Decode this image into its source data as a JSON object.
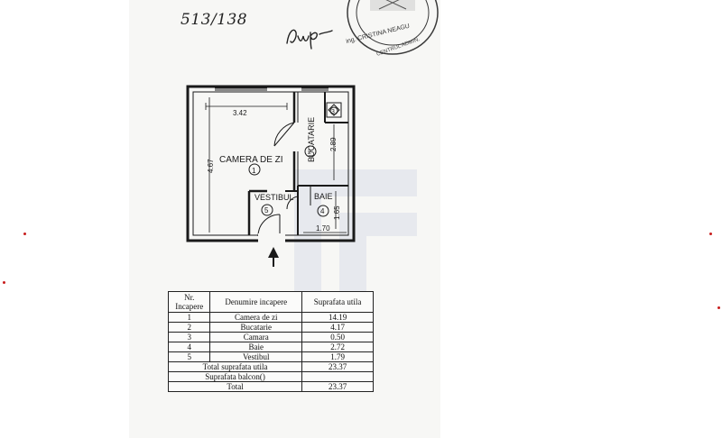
{
  "header": {
    "handwritten_ref": "513/138",
    "signature": "Sturp",
    "stamp_text": "ing. CRISTINA NEAGU",
    "stamp_arc_text": "CENTRUL ADMINISTRARE GEODEZIE"
  },
  "plan": {
    "rooms": [
      {
        "label": "CAMERA DE ZI",
        "number": "1"
      },
      {
        "label": "BUCATARIE",
        "number": "2"
      },
      {
        "label": "",
        "number": "3"
      },
      {
        "label": "BAIE",
        "number": "4"
      },
      {
        "label": "VESTIBUL",
        "number": "5"
      }
    ],
    "dimensions": {
      "width_main": "3.42",
      "height_main": "4.67",
      "height_kitchen": "2.89",
      "width_bath": "1.70",
      "height_bath": "1.65"
    }
  },
  "table": {
    "headers": {
      "nr": "Nr. Incapere",
      "name": "Denumire incapere",
      "area": "Suprafata utila"
    },
    "rows": [
      {
        "nr": "1",
        "name": "Camera de zi",
        "area": "14.19"
      },
      {
        "nr": "2",
        "name": "Bucatarie",
        "area": "4.17"
      },
      {
        "nr": "3",
        "name": "Camara",
        "area": "0.50"
      },
      {
        "nr": "4",
        "name": "Baie",
        "area": "2.72"
      },
      {
        "nr": "5",
        "name": "Vestibul",
        "area": "1.79"
      }
    ],
    "totals": [
      {
        "label": "Total suprafata utila",
        "value": "23.37"
      },
      {
        "label": "Suprafata balcon()",
        "value": ""
      },
      {
        "label": "Total",
        "value": "23.37"
      }
    ]
  },
  "colors": {
    "paper": "#f7f7f5",
    "ink": "#1a1a1a",
    "stamp": "#3a3a3a",
    "watermark": "#e4e6ec",
    "marker_dots": "#c81e1e"
  }
}
